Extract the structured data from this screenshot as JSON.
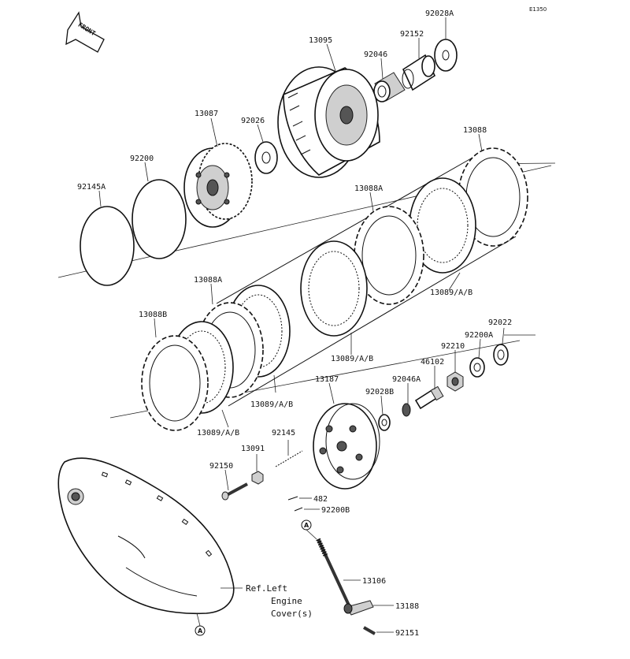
{
  "diagram_id": "E1350",
  "front_label": "FRONT",
  "parts": {
    "p92028A": "92028A",
    "p92152": "92152",
    "p13095": "13095",
    "p92046": "92046",
    "p13087": "13087",
    "p92026": "92026",
    "p92200": "92200",
    "p92145A": "92145A",
    "p13088": "13088",
    "p13088A_top": "13088A",
    "p13089_right": "13089/A/B",
    "p13088A_left": "13088A",
    "p13088B": "13088B",
    "p13089_center": "13089/A/B",
    "p92022": "92022",
    "p92200A": "92200A",
    "p92210": "92210",
    "p46102": "46102",
    "p92046A": "92046A",
    "p13187": "13187",
    "p92028B": "92028B",
    "p13089_mid": "13089/A/B",
    "p13089_bottom": "13089/A/B",
    "p92145": "92145",
    "p13091": "13091",
    "p92150": "92150",
    "p482": "482",
    "p92200B": "92200B",
    "p13106": "13106",
    "p13188": "13188",
    "p92151": "92151"
  },
  "ref_note": {
    "line1": "Ref.Left",
    "line2": "Engine",
    "line3": "Cover(s)"
  },
  "callout_letter": "A"
}
